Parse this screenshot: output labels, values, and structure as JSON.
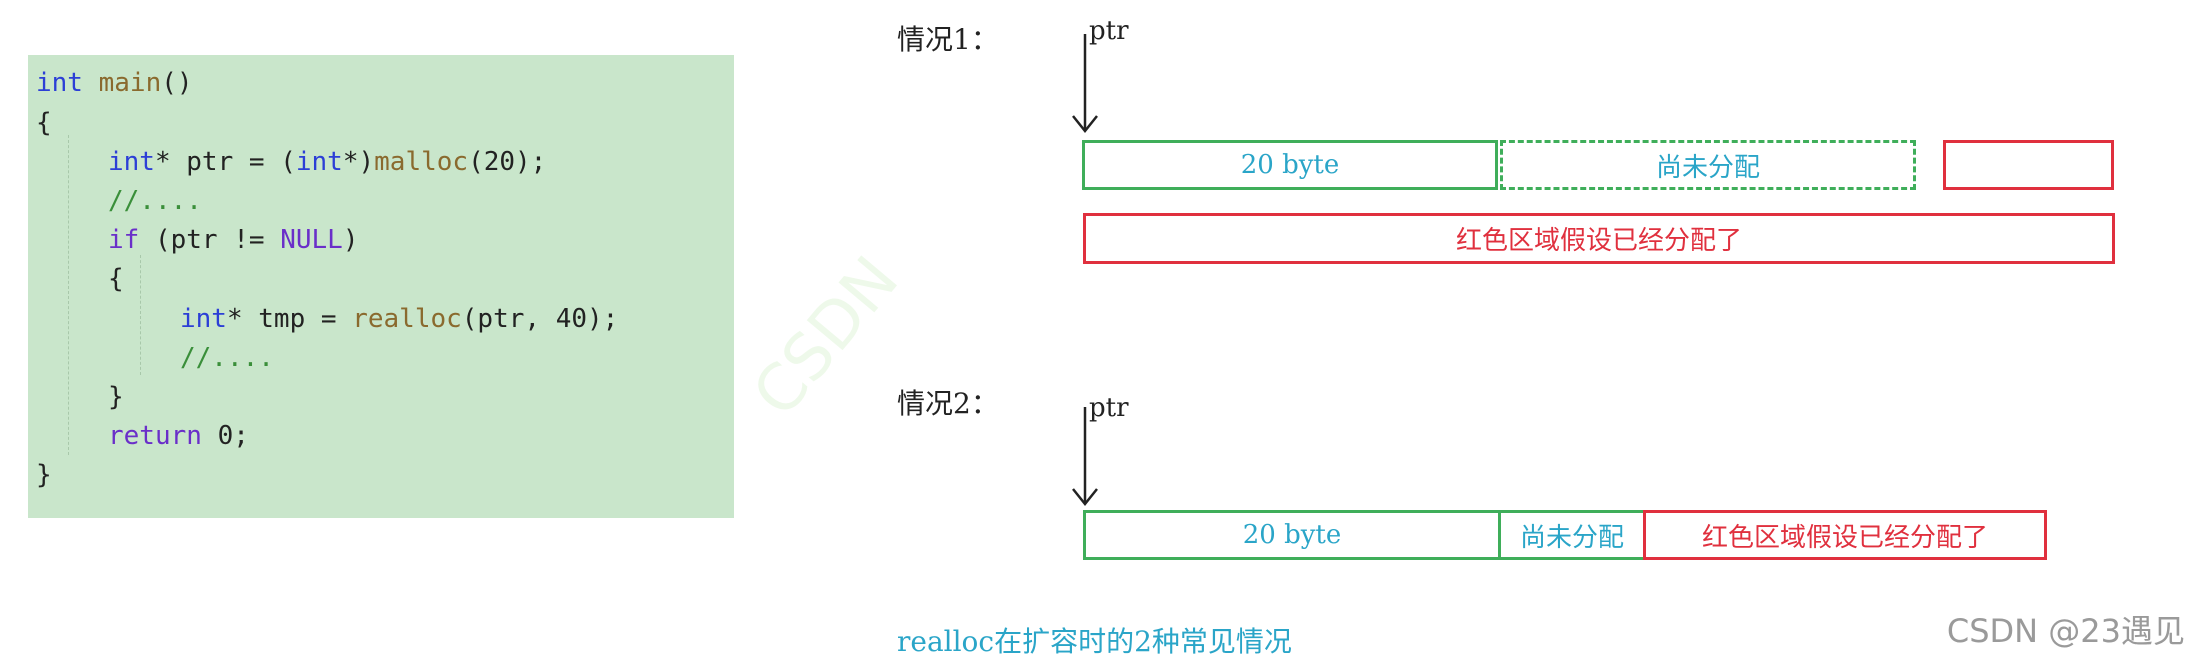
{
  "code": {
    "lines": [
      {
        "type": "int",
        "fn": "main",
        "rest": "()"
      },
      {
        "text": "{"
      },
      {
        "type": "int",
        "rest1": "* ptr = (",
        "type2": "int",
        "rest2": "*)",
        "fn": "malloc",
        "rest3": "(20);"
      },
      {
        "comment": "//...."
      },
      {
        "ctrl": "if",
        "rest1": " (ptr != ",
        "const": "NULL",
        "rest2": ")"
      },
      {
        "text": "{"
      },
      {
        "type": "int",
        "rest1": "* tmp = ",
        "fn": "realloc",
        "rest2": "(ptr, 40);"
      },
      {
        "comment": "//...."
      },
      {
        "text": "}"
      },
      {
        "ctrl": "return",
        "rest": " 0;"
      },
      {
        "text": "}"
      }
    ]
  },
  "diagram": {
    "case1": {
      "label": "情况1：",
      "ptr": "ptr",
      "box_allocated": "20 byte",
      "box_unallocated": "尚未分配",
      "box_red_note": "红色区域假设已经分配了"
    },
    "case2": {
      "label": "情况2：",
      "ptr": "ptr",
      "box_allocated": "20 byte",
      "box_unallocated": "尚未分配",
      "box_red_note": "红色区域假设已经分配了"
    },
    "caption": "realloc在扩容时的2种常见情况"
  },
  "watermark": "CSDN @23遇见",
  "bg_watermark": "CSDN",
  "colors": {
    "code_bg": "#c9e6cb",
    "green_border": "#3fae5a",
    "red_border": "#e0303e",
    "cyan_text": "#2aa5c8"
  }
}
